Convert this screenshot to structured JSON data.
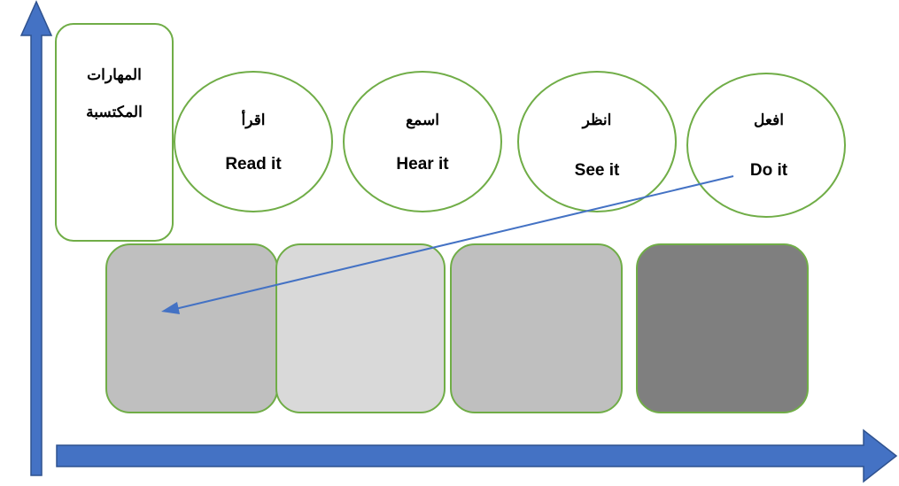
{
  "skills_box": {
    "lines": [
      "المهارات",
      "المكتسبة"
    ]
  },
  "circles": [
    {
      "ar": "اقرأ",
      "en": "Read it"
    },
    {
      "ar": "اسمع",
      "en": "Hear it"
    },
    {
      "ar": "انظر",
      "en": "See it"
    },
    {
      "ar": "افعل",
      "en": "Do it"
    }
  ],
  "colors": {
    "axis": "#4472C4",
    "axis_stroke": "#2F528F",
    "outline": "#70AD47",
    "box_fills": [
      "#BFBFBF",
      "#D9D9D9",
      "#BFBFBF",
      "#7F7F7F"
    ],
    "connector": "#4472C4"
  }
}
